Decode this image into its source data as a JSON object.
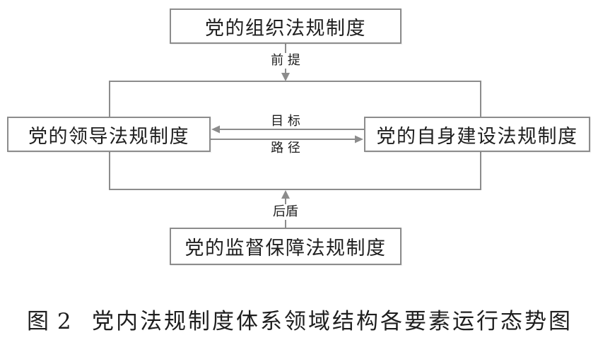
{
  "colors": {
    "line": "#8c8c8c",
    "text": "#1e1e1e",
    "background": "#ffffff"
  },
  "boxes": {
    "top": "党的组织法规制度",
    "left": "党的领导法规制度",
    "right": "党的自身建设法规制度",
    "bottom": "党的监督保障法规制度"
  },
  "labels": {
    "top_arrow": "前 提",
    "upper_link": "目 标",
    "lower_link": "路 径",
    "bottom_arrow": "后盾"
  },
  "caption": {
    "number": "图 2",
    "title": "党内法规制度体系领域结构各要素运行态势图"
  }
}
